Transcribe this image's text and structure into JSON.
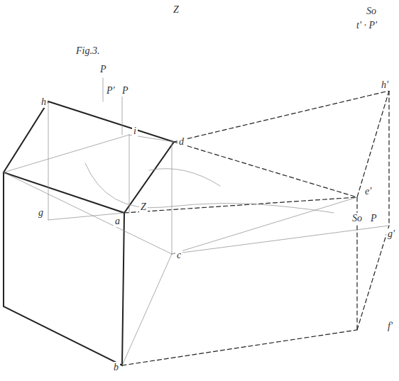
{
  "diagram": {
    "labels": [
      "Fig.3.",
      "Z",
      "So",
      "t' · P'",
      "P",
      "P'",
      "P",
      "h",
      "i",
      "d",
      "Z",
      "g",
      "a",
      "So",
      "P",
      "e'",
      "h'",
      "g'",
      "c",
      "f'",
      "b"
    ]
  }
}
